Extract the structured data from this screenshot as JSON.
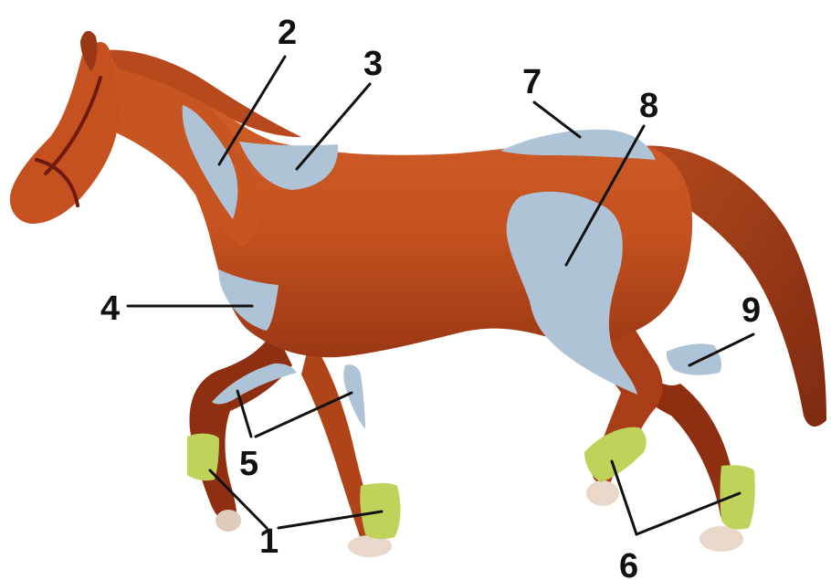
{
  "diagram": {
    "subject": "horse",
    "colors": {
      "coat": "#c4511f",
      "coat_dark": "#8e2f12",
      "mane": "#b8491c",
      "region_blue": "#aec3d6",
      "region_green": "#bfd35a",
      "hoof": "#e9d8c9",
      "label": "#111111"
    },
    "callouts": [
      {
        "id": "1",
        "label": "1",
        "fill": "green"
      },
      {
        "id": "2",
        "label": "2",
        "fill": "blue"
      },
      {
        "id": "3",
        "label": "3",
        "fill": "blue"
      },
      {
        "id": "4",
        "label": "4",
        "fill": "blue"
      },
      {
        "id": "5",
        "label": "5",
        "fill": "blue"
      },
      {
        "id": "6",
        "label": "6",
        "fill": "green"
      },
      {
        "id": "7",
        "label": "7",
        "fill": "blue"
      },
      {
        "id": "8",
        "label": "8",
        "fill": "blue"
      },
      {
        "id": "9",
        "label": "9",
        "fill": "blue"
      }
    ]
  }
}
